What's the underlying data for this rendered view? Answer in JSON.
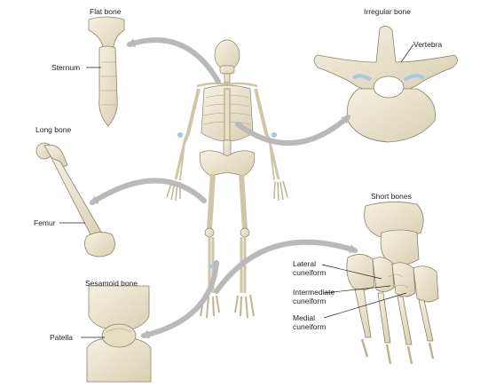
{
  "categories": {
    "flat": "Flat bone",
    "irregular": "Irregular bone",
    "long": "Long bone",
    "short": "Short bones",
    "sesamoid": "Sesamoid bone"
  },
  "labels": {
    "sternum": "Sternum",
    "vertebra": "Vertebra",
    "femur": "Femur",
    "patella": "Patella",
    "lateral_cuneiform": "Lateral cuneiform",
    "intermediate_cuneiform": "Intermediate cuneiform",
    "medial_cuneiform": "Medial cuneiform"
  },
  "colors": {
    "bone": "#efe9d6",
    "bone_shadow": "#cfc6a8",
    "bone_outline": "#8c8468",
    "arrow": "#b9b9b9",
    "joint_accent": "#a9c8df"
  }
}
